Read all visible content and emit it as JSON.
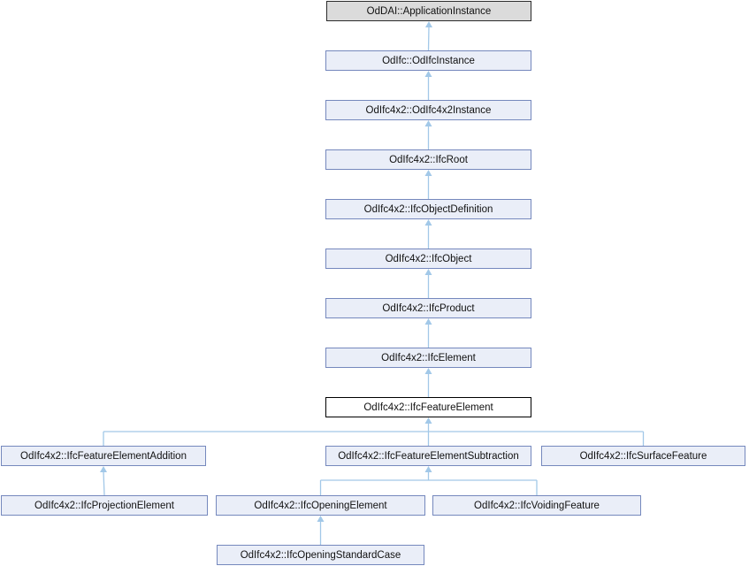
{
  "diagram": {
    "type": "class-inheritance-graph",
    "colors": {
      "edge": "#A2C8E8",
      "node_fill": "#EAEEF8",
      "node_border": "#7588BD",
      "external_node_fill": "#DBDBDB",
      "external_node_border": "#2B2B2B",
      "current_node_fill": "#FFFFFF",
      "current_node_border": "#000000"
    },
    "nodes": [
      {
        "id": "oddai-applicationinstance",
        "label": "OdDAI::ApplicationInstance",
        "style": "external",
        "inherits": null
      },
      {
        "id": "odifc-odifcinstance",
        "label": "OdIfc::OdIfcInstance",
        "style": "normal",
        "inherits": "oddai-applicationinstance"
      },
      {
        "id": "odifc4x2-odifc4x2instance",
        "label": "OdIfc4x2::OdIfc4x2Instance",
        "style": "normal",
        "inherits": "odifc-odifcinstance"
      },
      {
        "id": "ifcroot",
        "label": "OdIfc4x2::IfcRoot",
        "style": "normal",
        "inherits": "odifc4x2-odifc4x2instance"
      },
      {
        "id": "ifcobjectdefinition",
        "label": "OdIfc4x2::IfcObjectDefinition",
        "style": "normal",
        "inherits": "ifcroot"
      },
      {
        "id": "ifcobject",
        "label": "OdIfc4x2::IfcObject",
        "style": "normal",
        "inherits": "ifcobjectdefinition"
      },
      {
        "id": "ifcproduct",
        "label": "OdIfc4x2::IfcProduct",
        "style": "normal",
        "inherits": "ifcobject"
      },
      {
        "id": "ifcelement",
        "label": "OdIfc4x2::IfcElement",
        "style": "normal",
        "inherits": "ifcproduct"
      },
      {
        "id": "ifcfeatureelement",
        "label": "OdIfc4x2::IfcFeatureElement",
        "style": "current",
        "inherits": "ifcelement"
      },
      {
        "id": "ifcfeatureelementaddition",
        "label": "OdIfc4x2::IfcFeatureElementAddition",
        "style": "normal",
        "inherits": "ifcfeatureelement"
      },
      {
        "id": "ifcfeatureelementsubtraction",
        "label": "OdIfc4x2::IfcFeatureElementSubtraction",
        "style": "normal",
        "inherits": "ifcfeatureelement"
      },
      {
        "id": "ifcsurfacefeature",
        "label": "OdIfc4x2::IfcSurfaceFeature",
        "style": "normal",
        "inherits": "ifcfeatureelement"
      },
      {
        "id": "ifcprojectionelement",
        "label": "OdIfc4x2::IfcProjectionElement",
        "style": "normal",
        "inherits": "ifcfeatureelementaddition"
      },
      {
        "id": "ifcopeningelement",
        "label": "OdIfc4x2::IfcOpeningElement",
        "style": "normal",
        "inherits": "ifcfeatureelementsubtraction"
      },
      {
        "id": "ifcvoidingfeature",
        "label": "OdIfc4x2::IfcVoidingFeature",
        "style": "normal",
        "inherits": "ifcfeatureelementsubtraction"
      },
      {
        "id": "ifcopeningstandardcase",
        "label": "OdIfc4x2::IfcOpeningStandardCase",
        "style": "normal",
        "inherits": "ifcopeningelement"
      }
    ]
  }
}
